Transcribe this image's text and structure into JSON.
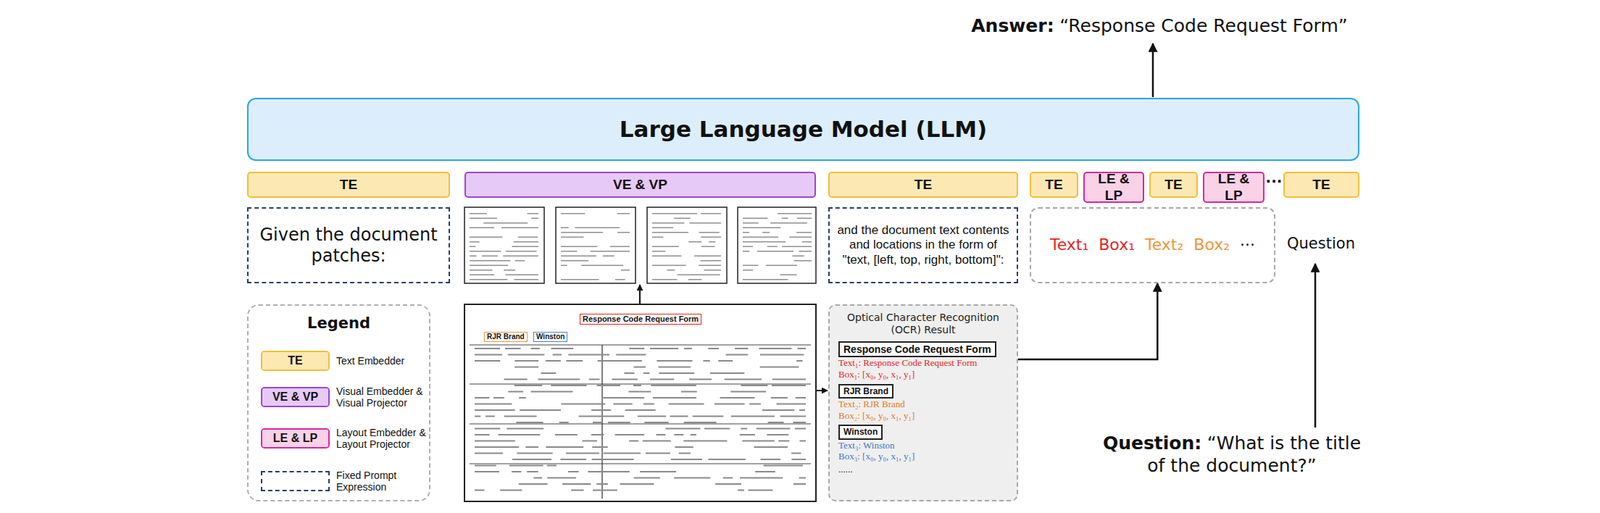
{
  "diagram": {
    "nodes": [
      {
        "text": [
          "Large Language Model (LLM)"
        ]
      },
      {
        "text": [
          "TE"
        ]
      },
      {
        "text": [
          "VE & VP"
        ]
      },
      {
        "text": [
          "TE"
        ]
      },
      {
        "text": [
          "TE"
        ]
      },
      {
        "text": [
          "LE & LP"
        ]
      },
      {
        "text": [
          "TE"
        ]
      },
      {
        "text": [
          "LE & LP"
        ]
      },
      {
        "text": [
          "TE"
        ]
      },
      {
        "text": [
          "Given the document patches:"
        ]
      },
      {
        "text": [
          "and the document text contents and locations in the form of \"text, [left, top, right, bottom]\":"
        ]
      },
      {
        "text": [
          "Text₁",
          "Box₁",
          "Text₂",
          "Box₂",
          "···"
        ]
      },
      {
        "text": [
          "Legend"
        ]
      },
      {
        "text": [
          "TE"
        ],
        "in": 12
      },
      {
        "text": [
          "VE & VP"
        ],
        "in": 12
      },
      {
        "text": [
          "LE & LP"
        ],
        "in": 12
      },
      {
        "text": [
          "Optical Character Recognition (OCR) Result",
          "Text₁: Response Code Request Form",
          "Box₁: [x₀, y₀, x₁, y₁]",
          "Text₂: RJR Brand",
          "Box₂: [x₀, y₀, x₁, y₁]",
          "Text₃: Winston",
          "Box₃: [x₀, y₀, x₁, y₁]",
          "......"
        ]
      },
      {
        "text": [
          "Response Code Request Form"
        ],
        "in": 16
      },
      {
        "text": [
          "RJR Brand"
        ],
        "in": 16
      },
      {
        "text": [
          "Winston"
        ],
        "in": 16
      }
    ],
    "edges": [
      {
        "from": 16,
        "to": 11,
        "arrow": "to"
      }
    ],
    "labels": [
      "Answer:",
      "“Response Code Request Form”",
      "···",
      "Question",
      "Question:",
      "“What is the title of the document?”",
      "Response Code Request Form",
      "RJR Brand",
      "Winston"
    ],
    "legend": [
      {
        "text": "Text Embedder",
        "color": "#fce8b2"
      },
      {
        "text": "Visual Embedder & Visual Projector",
        "color": "#e7c9f7"
      },
      {
        "text": "Layout Embedder & Layout Projector",
        "color": "#f9d2e7"
      },
      {
        "text": "Fixed Prompt Expression"
      }
    ]
  }
}
